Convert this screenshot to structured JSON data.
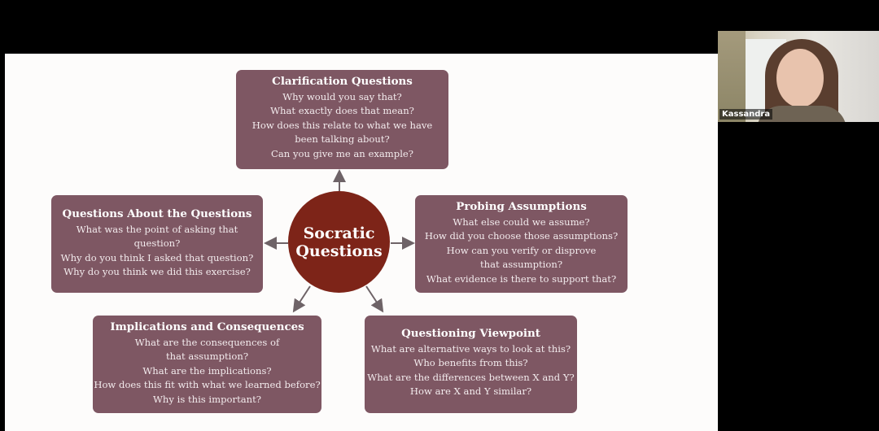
{
  "slide": {
    "center": {
      "line1": "Socratic",
      "line2": "Questions"
    },
    "clarification": {
      "title": "Clarification Questions",
      "lines": [
        "Why would you say that?",
        "What exactly does that mean?",
        "How does this relate to what we have been talking about?",
        "Can you give me an example?"
      ]
    },
    "probing": {
      "title": "Probing Assumptions",
      "lines": [
        "What else could we assume?",
        "How did you choose those assumptions?",
        "How can you verify or disprove that assumption?",
        "What evidence is there to support that?"
      ]
    },
    "about": {
      "title": "Questions About the Questions",
      "lines": [
        "What was the point of asking that question?",
        "Why do you think I asked that question?",
        "Why do you think we did this exercise?"
      ]
    },
    "implications": {
      "title": "Implications and Consequences",
      "lines": [
        "What are the consequences of that assumption?",
        "What are the implications?",
        "How does this fit with what we learned before?",
        "Why is this important?"
      ]
    },
    "viewpoint": {
      "title": "Questioning Viewpoint",
      "lines": [
        "What are alternative ways to look at this?",
        "Who benefits from this?",
        "What are the differences between X and Y?",
        "How are X and Y similar?"
      ]
    }
  },
  "participant": {
    "name": "Kassandra"
  },
  "colors": {
    "box": "#7e5763",
    "circle": "#7d2418",
    "arrow": "#6e6367"
  }
}
